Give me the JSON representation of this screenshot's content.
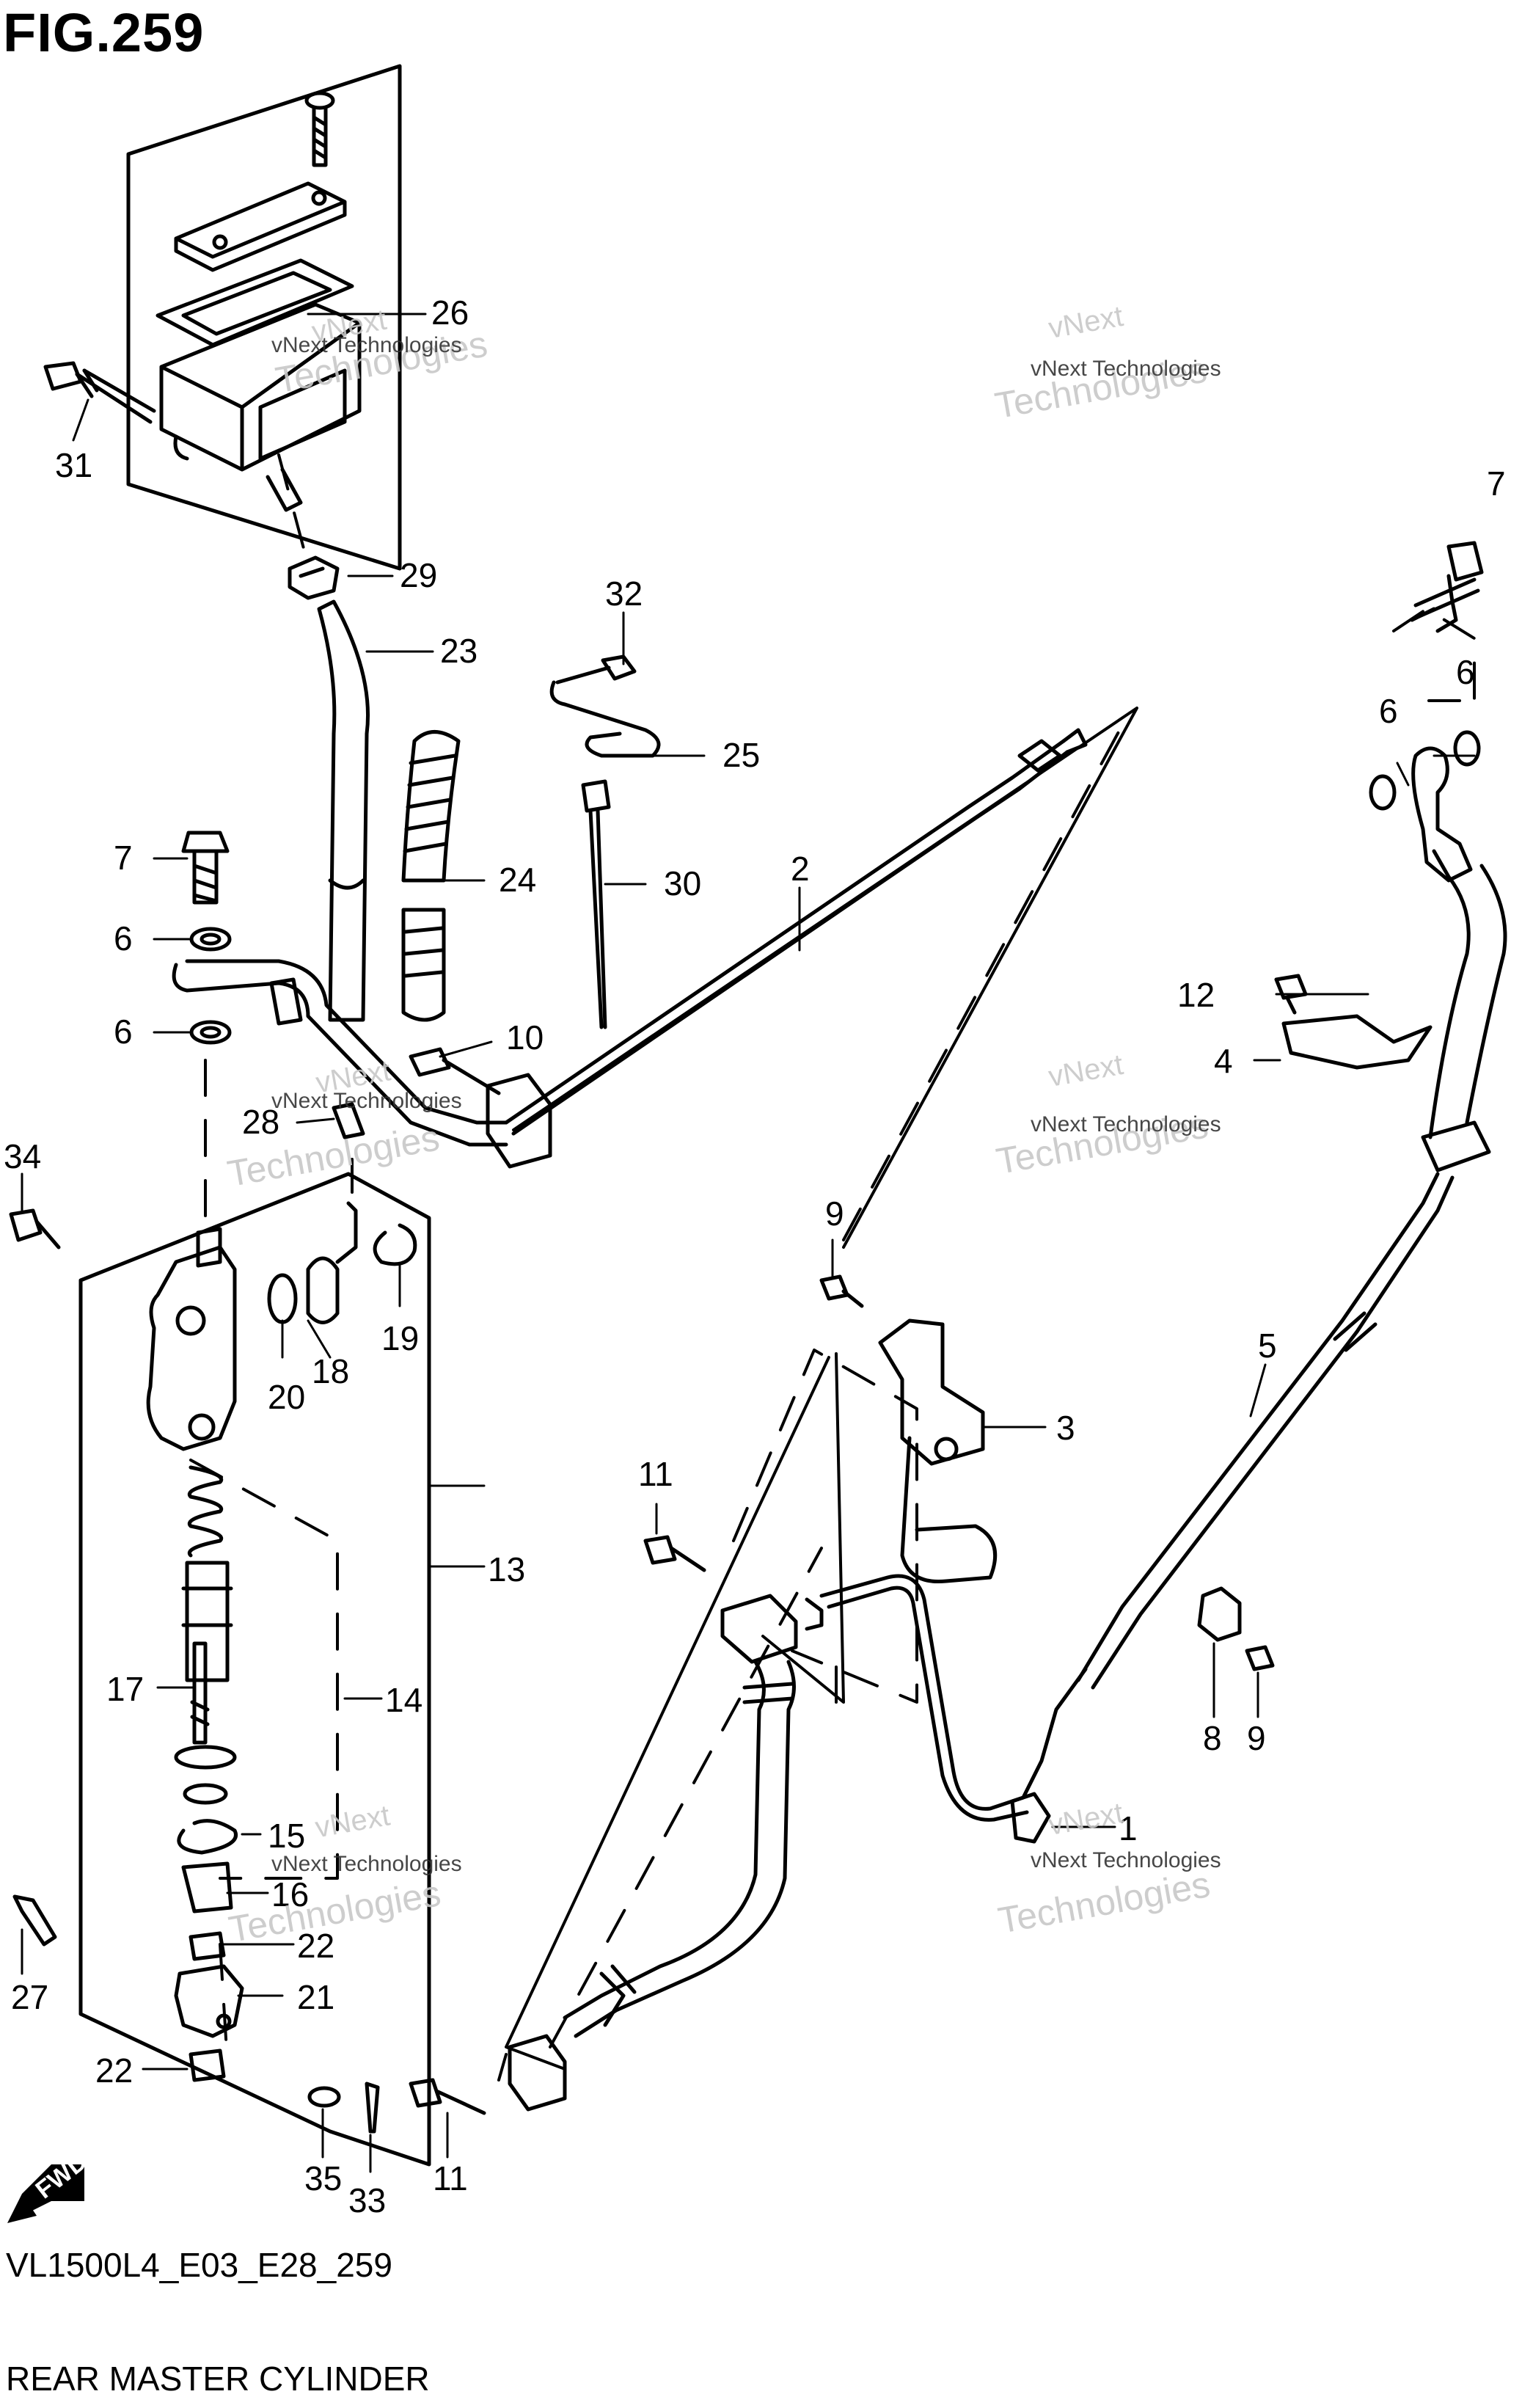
{
  "figure": {
    "title": "FIG.259",
    "model_code": "VL1500L4_E03_E28_259",
    "caption": "REAR MASTER CYLINDER"
  },
  "watermark": {
    "line1": "vNext Technologies",
    "line2": "vNext",
    "line3": "Technologies"
  },
  "fwd_label": "FWD",
  "callouts": {
    "c26": "26",
    "c31": "31",
    "c29": "29",
    "c23": "23",
    "c24": "24",
    "c32": "32",
    "c25": "25",
    "c30": "30",
    "c2": "2",
    "c7a": "7",
    "c7b": "7",
    "c6a": "6",
    "c6b": "6",
    "c6c": "6",
    "c6d": "6",
    "c10": "10",
    "c28": "28",
    "c34": "34",
    "c19": "19",
    "c18": "18",
    "c20": "20",
    "c12": "12",
    "c4": "4",
    "c9a": "9",
    "c9b": "9",
    "c3": "3",
    "c5": "5",
    "c11a": "11",
    "c11b": "11",
    "c13": "13",
    "c17": "17",
    "c14": "14",
    "c15": "15",
    "c16": "16",
    "c22a": "22",
    "c22b": "22",
    "c21": "21",
    "c27": "27",
    "c35": "35",
    "c33": "33",
    "c8": "8",
    "c1": "1"
  },
  "colors": {
    "line": "#000000",
    "watermark": "#c8c8c8",
    "background": "#ffffff"
  }
}
